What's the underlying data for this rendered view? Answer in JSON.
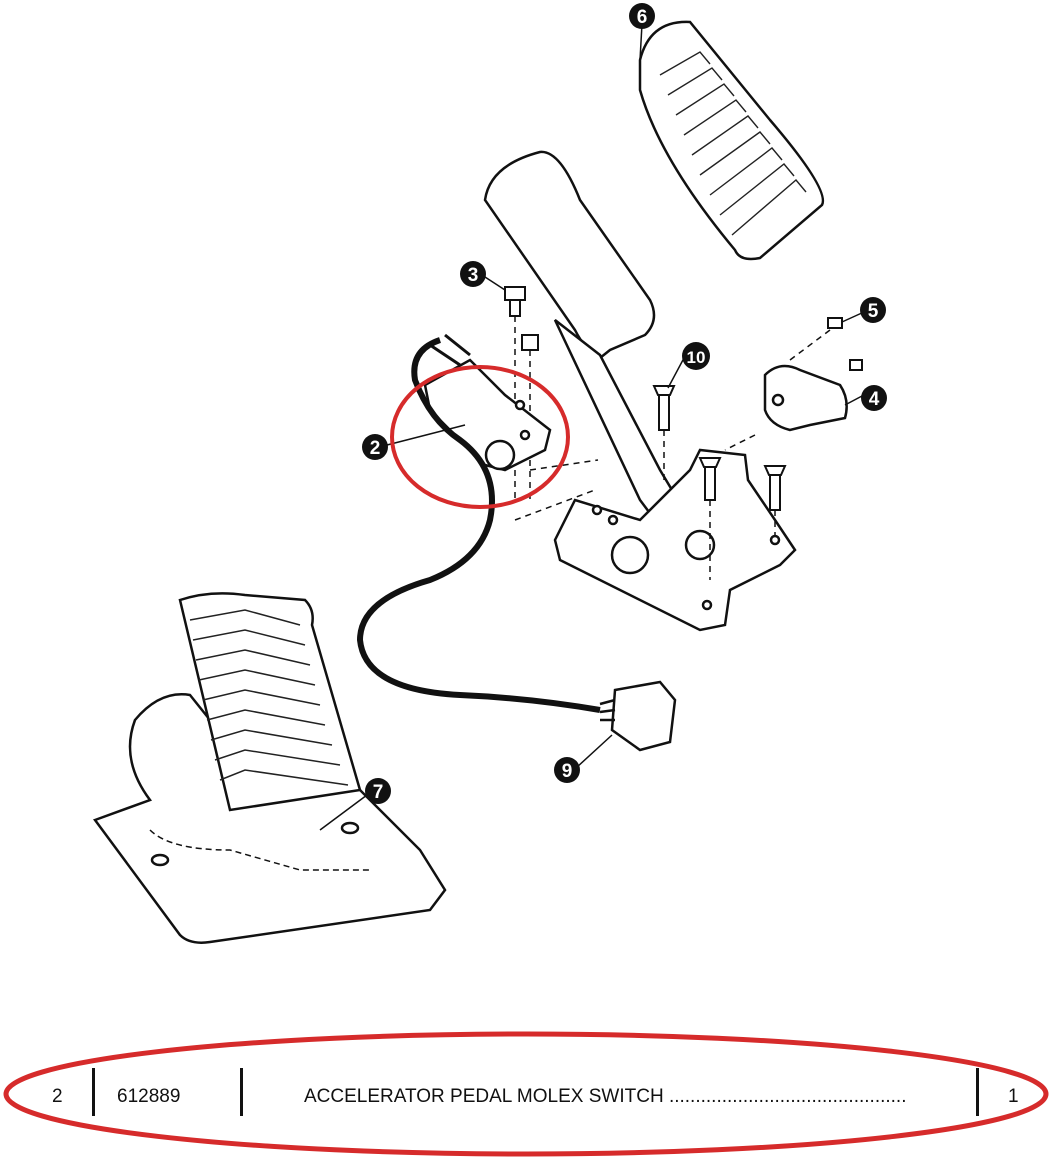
{
  "callouts": [
    {
      "id": "callout-6",
      "label": "6"
    },
    {
      "id": "callout-3",
      "label": "3"
    },
    {
      "id": "callout-5",
      "label": "5"
    },
    {
      "id": "callout-10",
      "label": "10"
    },
    {
      "id": "callout-4",
      "label": "4"
    },
    {
      "id": "callout-2",
      "label": "2"
    },
    {
      "id": "callout-9",
      "label": "9"
    },
    {
      "id": "callout-7",
      "label": "7"
    }
  ],
  "parts_row": {
    "ref_no": "2",
    "part_no": "612889",
    "description": "ACCELERATOR PEDAL MOLEX SWITCH .............................................",
    "qty": "1"
  },
  "colors": {
    "highlight": "#d62b2b",
    "ink": "#111111",
    "callout_fill": "#111111"
  }
}
